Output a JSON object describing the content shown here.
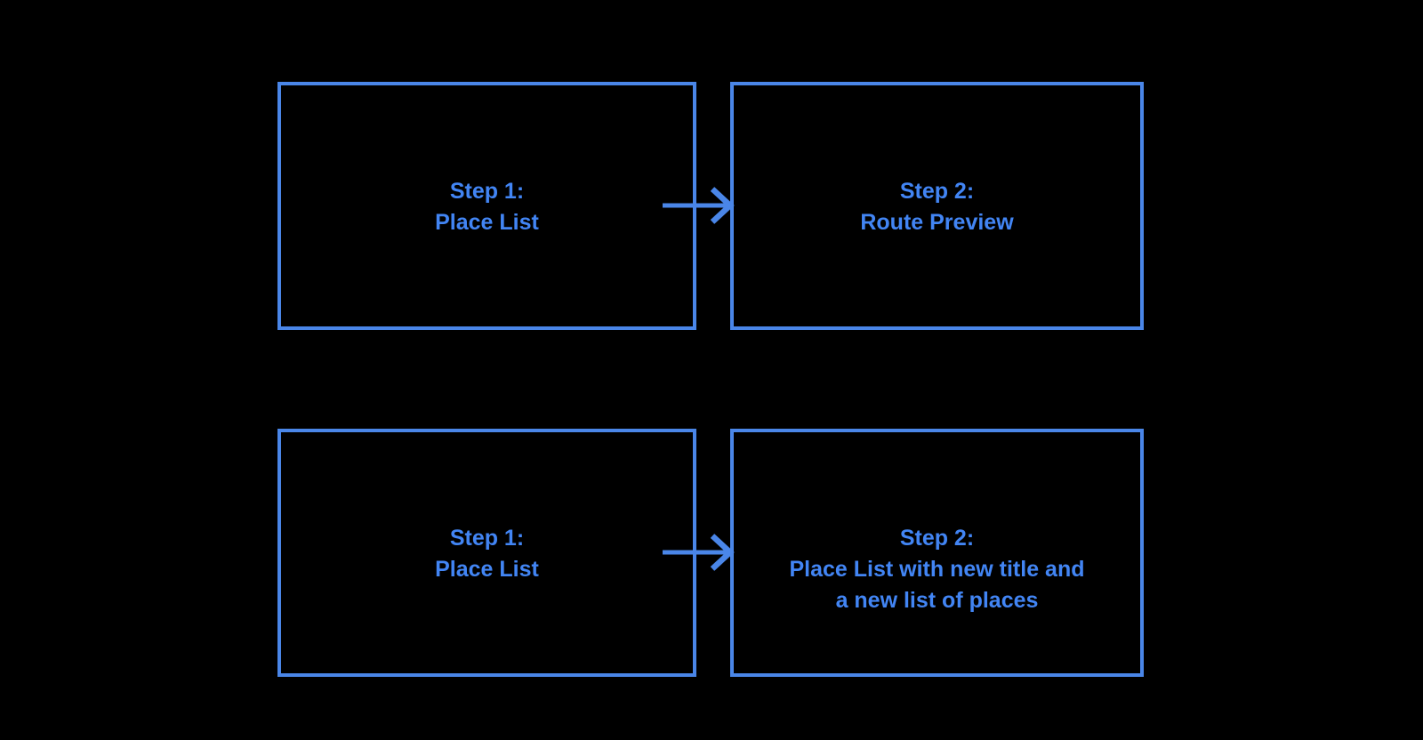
{
  "theme": {
    "bg": "#000000",
    "box-border": "#4a86e8",
    "box-text": "#4285f4",
    "arrow": "#4a86e8"
  },
  "diagram": {
    "rows": [
      {
        "source": {
          "lines": [
            "Step 1:",
            "Place List"
          ]
        },
        "target": {
          "lines": [
            "Step 2:",
            "Route Preview"
          ]
        }
      },
      {
        "source": {
          "lines": [
            "Step 1:",
            "Place List"
          ]
        },
        "target": {
          "lines": [
            "Step 2:",
            "Place List with new title and",
            "a new list of places"
          ]
        }
      }
    ]
  }
}
